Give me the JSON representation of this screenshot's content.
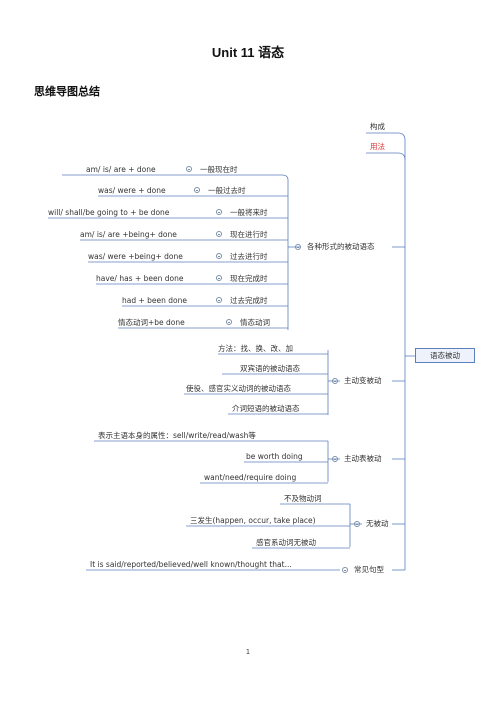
{
  "title": "Unit 11 语态",
  "section_title": "思维导图总结",
  "page_number": "1",
  "mindmap": {
    "root": "语态被动",
    "colors": {
      "line": "#5b7fbf",
      "highlight": "#e03030"
    },
    "top_nodes": {
      "composition": "构成",
      "usage": "用法"
    },
    "tense_branch": {
      "label": "各种形式的被动语态",
      "items": [
        {
          "formula": "am/ is/ are + done",
          "tense": "一般现在时"
        },
        {
          "formula": "was/ were + done",
          "tense": "一般过去时"
        },
        {
          "formula": "will/ shall/be going to + be done",
          "tense": "一般将来时"
        },
        {
          "formula": "am/ is/ are +being+ done",
          "tense": "现在进行时"
        },
        {
          "formula": "was/ were +being+ done",
          "tense": "过去进行时"
        },
        {
          "formula": "have/ has + been done",
          "tense": "现在完成时"
        },
        {
          "formula": "had + been done",
          "tense": "过去完成时"
        },
        {
          "formula": "情态动词+be done",
          "tense": "情态动词"
        }
      ]
    },
    "active_to_passive": {
      "label": "主动变被动",
      "items": [
        "方法：找、换、改、加",
        "双宾语的被动语态",
        "使役、感官实义动词的被动语态",
        "介词短语的被动语态"
      ]
    },
    "active_form_passive": {
      "label": "主动表被动",
      "items": [
        "表示主语本身的属性：sell/write/read/wash等",
        "be worth doing",
        "want/need/require doing"
      ]
    },
    "no_passive": {
      "label": "无被动",
      "items": [
        "不及物动词",
        "三发生(happen, occur, take place)",
        "感官系动词无被动"
      ]
    },
    "common_patterns": {
      "label": "常见句型",
      "items": [
        "It is said/reported/believed/well known/thought that..."
      ]
    }
  }
}
